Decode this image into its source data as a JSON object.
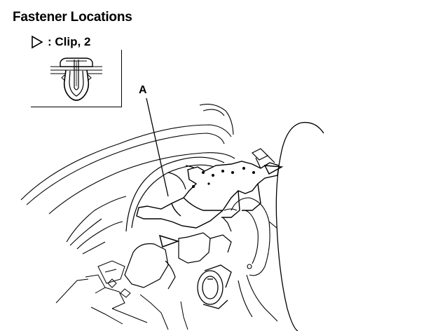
{
  "title": "Fastener Locations",
  "legend": {
    "symbol_icon": "triangle-outline-icon",
    "text": ": Clip, 2"
  },
  "callouts": {
    "a": "A"
  }
}
